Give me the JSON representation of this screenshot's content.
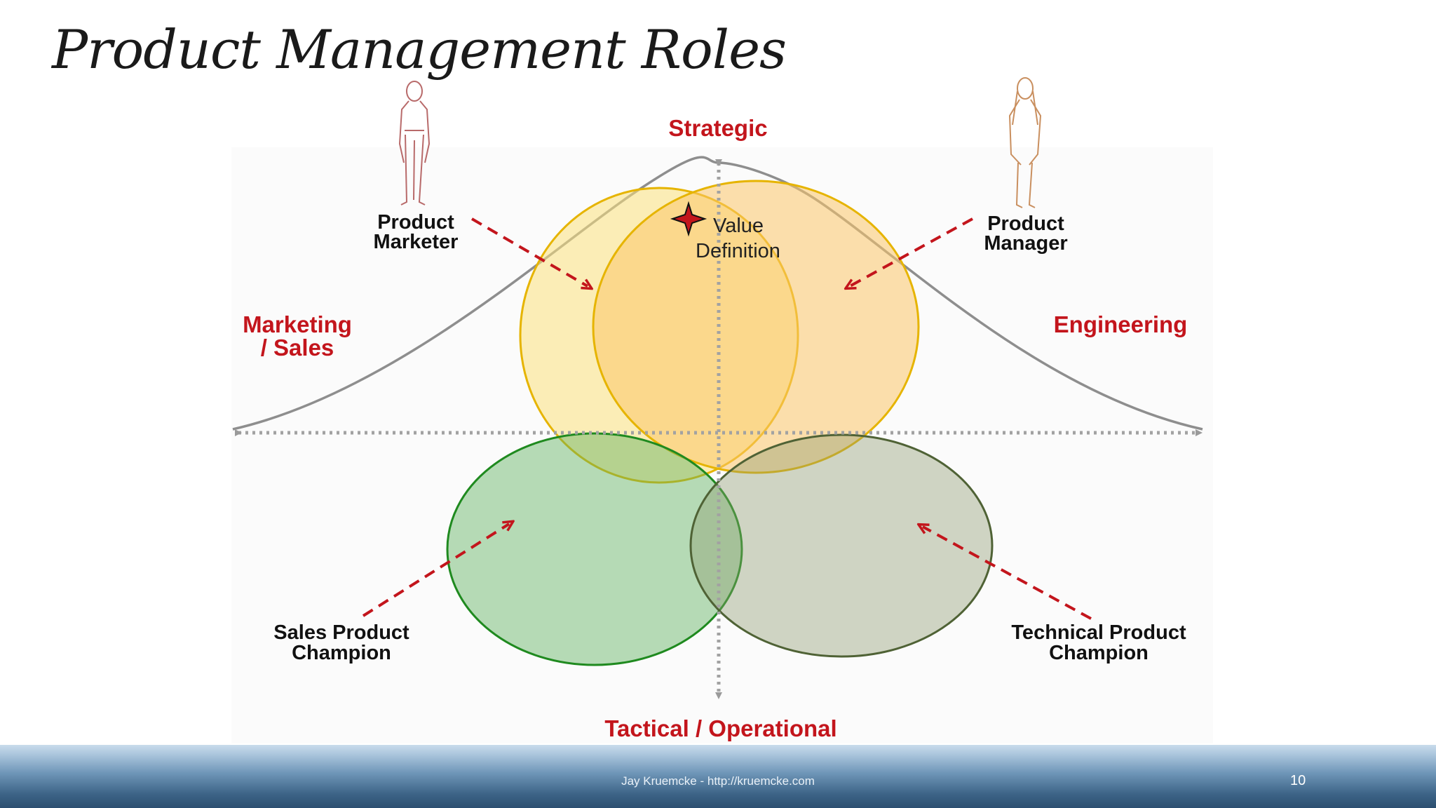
{
  "slide": {
    "title": "Product Management Roles",
    "footer_text": "Jay Kruemcke - http://kruemcke.com",
    "page_number": "10"
  },
  "diagram": {
    "axis_top": "Strategic",
    "axis_bottom": "Tactical / Operational",
    "axis_left_line1": "Marketing",
    "axis_left_line2": "/ Sales",
    "axis_right": "Engineering",
    "roles": {
      "product_marketer": [
        "Product",
        "Marketer"
      ],
      "product_manager": [
        "Product",
        "Manager"
      ],
      "sales_product_champion": [
        "Sales Product",
        "Champion"
      ],
      "technical_product_champion": [
        "Technical Product",
        "Champion"
      ]
    },
    "value_definition": [
      "Value",
      "Definition"
    ],
    "colors": {
      "red_label": "#c3151c",
      "marketer_circle": "#fbe27e",
      "manager_circle": "#fbc66a",
      "sales_circle": "#5fb25f",
      "technical_circle": "#8e9c70"
    }
  }
}
